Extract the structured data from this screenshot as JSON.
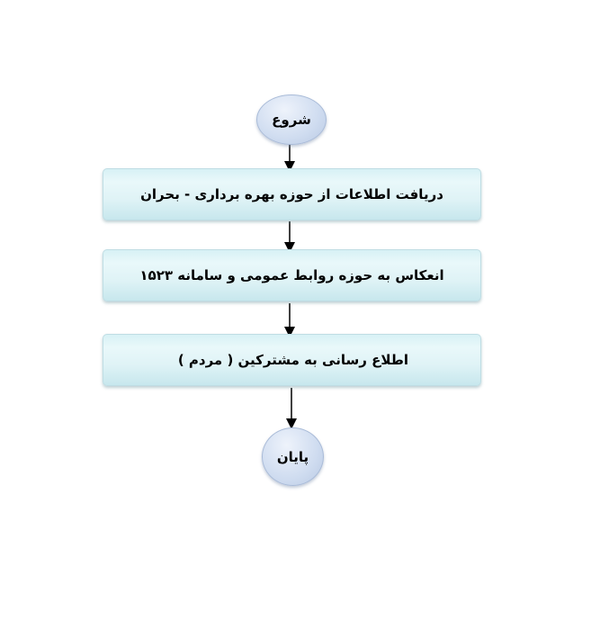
{
  "flowchart": {
    "start": "شروع",
    "steps": [
      "دریافت اطلاعات از حوزه بهره برداری - بحران",
      "انعکاس به حوزه روابط عمومی و سامانه ۱۵۲۳",
      "اطلاع رسانی به مشترکین ( مردم )"
    ],
    "end": "پایان"
  }
}
